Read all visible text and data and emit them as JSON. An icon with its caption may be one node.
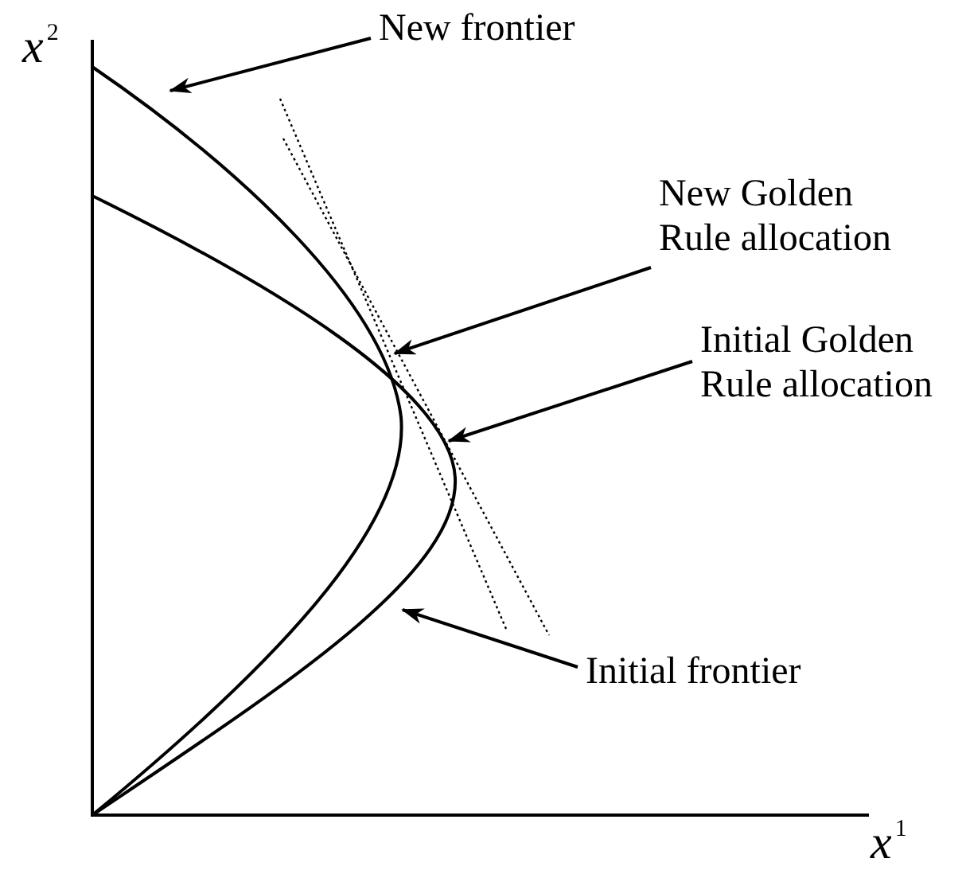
{
  "diagram": {
    "nodes": [
      {
        "text": [
          "New frontier"
        ]
      },
      {
        "text": [
          "New Golden Rule allocation"
        ]
      },
      {
        "text": [
          "Initial Golden Rule allocation"
        ]
      },
      {
        "text": [
          "Initial frontier"
        ]
      }
    ],
    "edges": [
      {
        "from": 0,
        "to": null,
        "arrow": "to"
      },
      {
        "from": 1,
        "to": null,
        "arrow": "to"
      },
      {
        "from": 2,
        "to": null,
        "arrow": "to"
      },
      {
        "from": 3,
        "to": null,
        "arrow": "to"
      }
    ],
    "labels": [
      "*x*$^{2}$",
      "*x*$^{1}$"
    ]
  }
}
